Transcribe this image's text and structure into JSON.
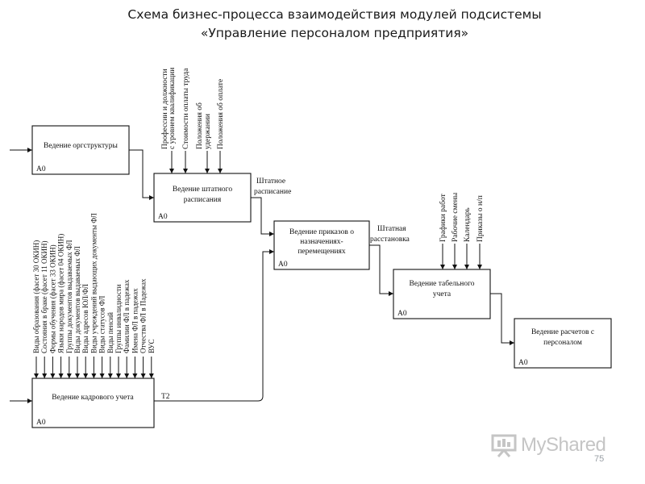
{
  "slide": {
    "title_line1": "Схема бизнес-процесса взаимодействия модулей подсистемы",
    "title_line2": "«Управление персоналом предприятия»",
    "page_number": "75"
  },
  "logo": {
    "text": "MyShared"
  },
  "diagram": {
    "boxes": {
      "org": {
        "line1": "Ведение оргструктуры",
        "line2": "",
        "line3": "",
        "node": "A0"
      },
      "staff": {
        "line1": "Ведение штатного",
        "line2": "расписания",
        "line3": "",
        "node": "A0"
      },
      "orders": {
        "line1": "Ведение приказов о",
        "line2": "назначениях-",
        "line3": "перемещениях",
        "node": "A0"
      },
      "hr": {
        "line1": "Ведение кадрового учета",
        "line2": "",
        "line3": "",
        "node": "A0"
      },
      "timesheet": {
        "line1": "Ведение табельного",
        "line2": "учета",
        "line3": "",
        "node": "A0"
      },
      "payroll": {
        "line1": "Ведение расчетов с",
        "line2": "персоналом",
        "line3": "",
        "node": "A0"
      }
    },
    "connector_labels": {
      "staff_out_1": "Штатное",
      "staff_out_2": "расписание",
      "orders_out_1": "Штатная",
      "orders_out_2": "расстановка",
      "hr_out": "Т2"
    },
    "staff_controls": [
      "Профессии и должности",
      "с уровнем квалификации",
      "Стоимости оплаты труда",
      "Положения об",
      "удержании",
      "Положения об оплате"
    ],
    "timesheet_controls": [
      "Графики работ",
      "Рабочие смены",
      "Календарь",
      "Приказы о н/п"
    ],
    "hr_controls": [
      "Виды образования (фасет 30 ОКИН)",
      "Состояния в браке (фасет 11 ОКИН)",
      "Формы обучения (фасет 33 ОКИН)",
      "Языки народов мира (фасет 04 ОКИН)",
      "Группы документов выдаваемых ФЛ",
      "Виды документов выдаваемых ФЛ",
      "Виды адресов ЮЛ/ФЛ",
      "Виды учреждений выдающих документы ФЛ",
      "Виды статусов ФЛ",
      "Виды пенсий",
      "Группы инвалидности",
      "Фамилии ФЛ в падежах",
      "Имена ФЛ в падежах",
      "Отчества ФЛ в Падежах",
      "ВУС"
    ]
  }
}
